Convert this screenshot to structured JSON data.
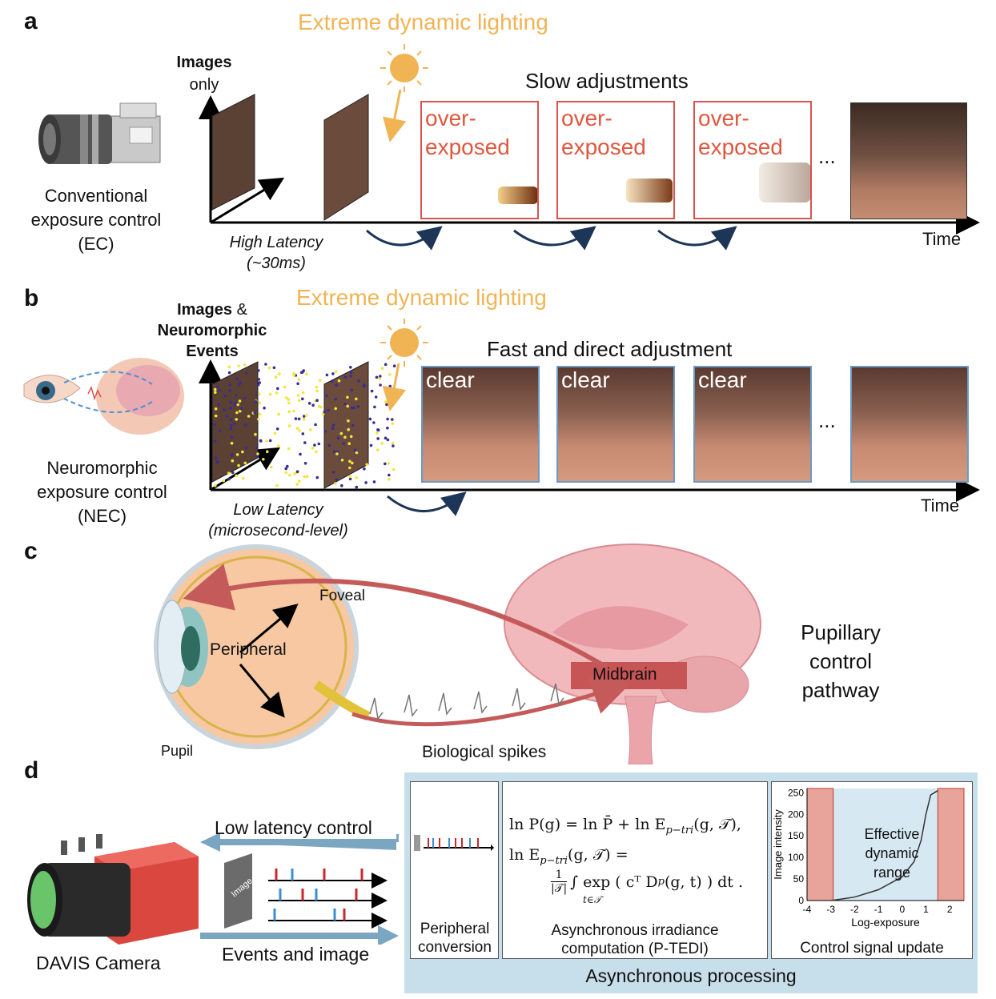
{
  "panel_a": {
    "label": "a",
    "lighting": "Extreme dynamic lighting",
    "axis_title_bold": "Images",
    "axis_title_rest": "only",
    "headline": "Slow adjustments",
    "frame_text_1": "over-",
    "frame_text_2": "exposed",
    "ellipsis": "...",
    "camera_caption_1": "Conventional",
    "camera_caption_2": "exposure control",
    "camera_caption_3": "(EC)",
    "latency_1": "High Latency",
    "latency_2": "(~30ms)",
    "time": "Time"
  },
  "panel_b": {
    "label": "b",
    "lighting": "Extreme dynamic lighting",
    "axis_title_1": "Images",
    "axis_title_amp": "&",
    "axis_title_2": "Neuromorphic",
    "axis_title_3": "Events",
    "headline": "Fast and direct adjustment",
    "frame_text": "clear",
    "ellipsis": "...",
    "caption_1": "Neuromorphic",
    "caption_2": "exposure control",
    "caption_3": "(NEC)",
    "latency_1": "Low Latency",
    "latency_2": "(microsecond-level)",
    "time": "Time"
  },
  "panel_c": {
    "label": "c",
    "foveal": "Foveal",
    "peripheral": "Peripheral",
    "pupil": "Pupil",
    "midbrain": "Midbrain",
    "spikes": "Biological spikes",
    "pathway_1": "Pupillary",
    "pathway_2": "control",
    "pathway_3": "pathway"
  },
  "panel_d": {
    "label": "d",
    "camera": "DAVIS Camera",
    "low_latency": "Low latency control",
    "events_image": "Events and image",
    "image_card": "Image",
    "peripheral_1": "Peripheral",
    "peripheral_2": "conversion",
    "eq_line1": "ln P(g) = ln P̄ + ln E",
    "eq_line1_sub": "p−tri",
    "eq_line1_tail": "(g, 𝒯),",
    "eq_line2": "ln E",
    "eq_line2_sub": "p−tri",
    "eq_line2_tail": "(g, 𝒯) =",
    "eq_line3_frac_top": "1",
    "eq_line3_frac_bot": "|𝒯|",
    "eq_line3": "∫ exp ( cᵀ D",
    "eq_line3_sub": "p",
    "eq_line3_tail": "(g, t) ) dt .",
    "eq_line3_int_sub": "t∈𝒯",
    "async_1": "Asynchronous irradiance",
    "async_2": "computation (P-TEDI)",
    "control_update": "Control signal update",
    "processing": "Asynchronous processing",
    "range_1": "Effective",
    "range_2": "dynamic",
    "range_3": "range"
  },
  "chart_data": {
    "type": "line",
    "xlabel": "Log-exposure",
    "ylabel": "Image intensity",
    "xlim": [
      -4,
      2.6
    ],
    "ylim": [
      0,
      260
    ],
    "xticks": [
      "-4",
      "-3",
      "-2",
      "-1",
      "0",
      "1",
      "2"
    ],
    "yticks": [
      "0",
      "50",
      "100",
      "150",
      "200",
      "250"
    ],
    "series": [
      {
        "x": [
          -3.0,
          -2.0,
          -1.0,
          0.0,
          0.5,
          0.8,
          1.0,
          1.2,
          1.5
        ],
        "y": [
          0,
          8,
          25,
          55,
          90,
          140,
          200,
          245,
          255
        ]
      }
    ],
    "shaded_low": [
      -4,
      -2.9
    ],
    "shaded_high": [
      1.5,
      2.6
    ],
    "colors": {
      "shade": "#e8a49a",
      "middle": "#d6e8f2",
      "line": "#333333"
    }
  },
  "colors": {
    "orange": "#f0b455",
    "red_frame": "#d9534f",
    "blue_frame": "#6b9ac4",
    "arrow_dark": "#1d3557",
    "panel_bg": "#c7dfea",
    "pathway": "#c55a5a"
  }
}
